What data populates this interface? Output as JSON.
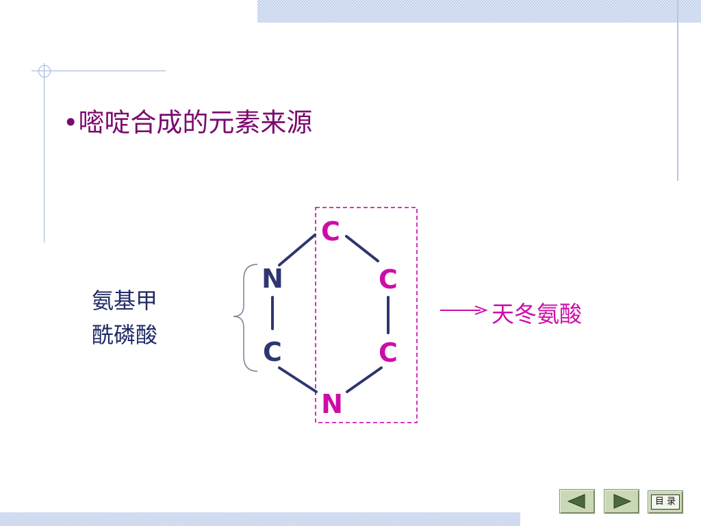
{
  "title": "•嘧啶合成的元素来源",
  "source_left": {
    "line1": "氨基甲",
    "line2": "酰磷酸"
  },
  "source_right": "天冬氨酸",
  "ring_atoms": [
    "C",
    "N",
    "C",
    "C",
    "C",
    "N"
  ],
  "colors": {
    "title": "#7a0a6e",
    "magenta": "#cc0da8",
    "navy": "#2e3570"
  },
  "nav": {
    "prev_icon": "triangle-left-icon",
    "next_icon": "triangle-right-icon",
    "menu_label": "目 录"
  }
}
